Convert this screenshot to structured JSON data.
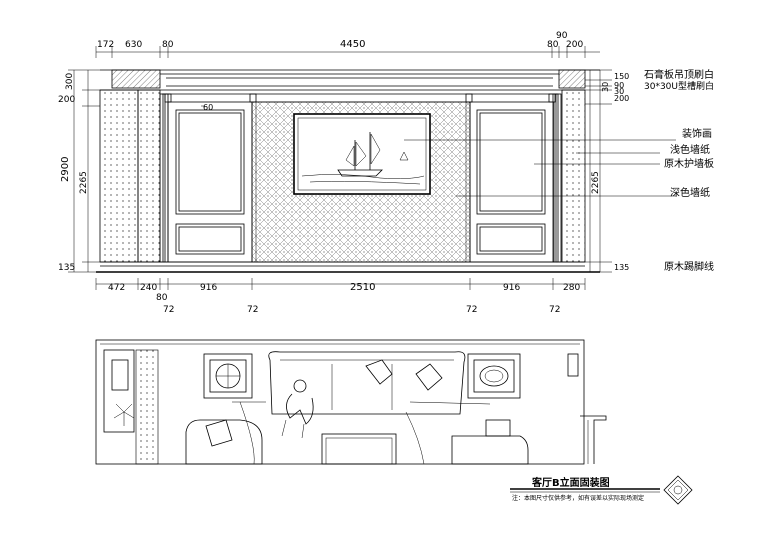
{
  "elevation": {
    "top_dims": [
      "172",
      "630",
      "80",
      "4450",
      "80",
      "90",
      "200"
    ],
    "bottom_dims": [
      "472",
      "240",
      "916",
      "2510",
      "916",
      "280"
    ],
    "bottom_dims2": [
      "80",
      "72",
      "72",
      "72",
      "72"
    ],
    "left_dims": [
      "300",
      "200",
      "2900",
      "2265",
      "135"
    ],
    "right_dims": [
      "30",
      "2265"
    ],
    "right_small": [
      "150",
      "90",
      "30",
      "200",
      "135"
    ],
    "inner_dim": "60",
    "labels": [
      "石膏板吊顶刷白",
      "30*30U型槽刷白",
      "装饰画",
      "浅色墙纸",
      "原木护墙板",
      "深色墙纸",
      "原木踢脚线"
    ]
  },
  "title_block": {
    "title": "客厅B立面固装图",
    "note": "注：本图尺寸仅供参考，如有误差以实际现场测定"
  }
}
